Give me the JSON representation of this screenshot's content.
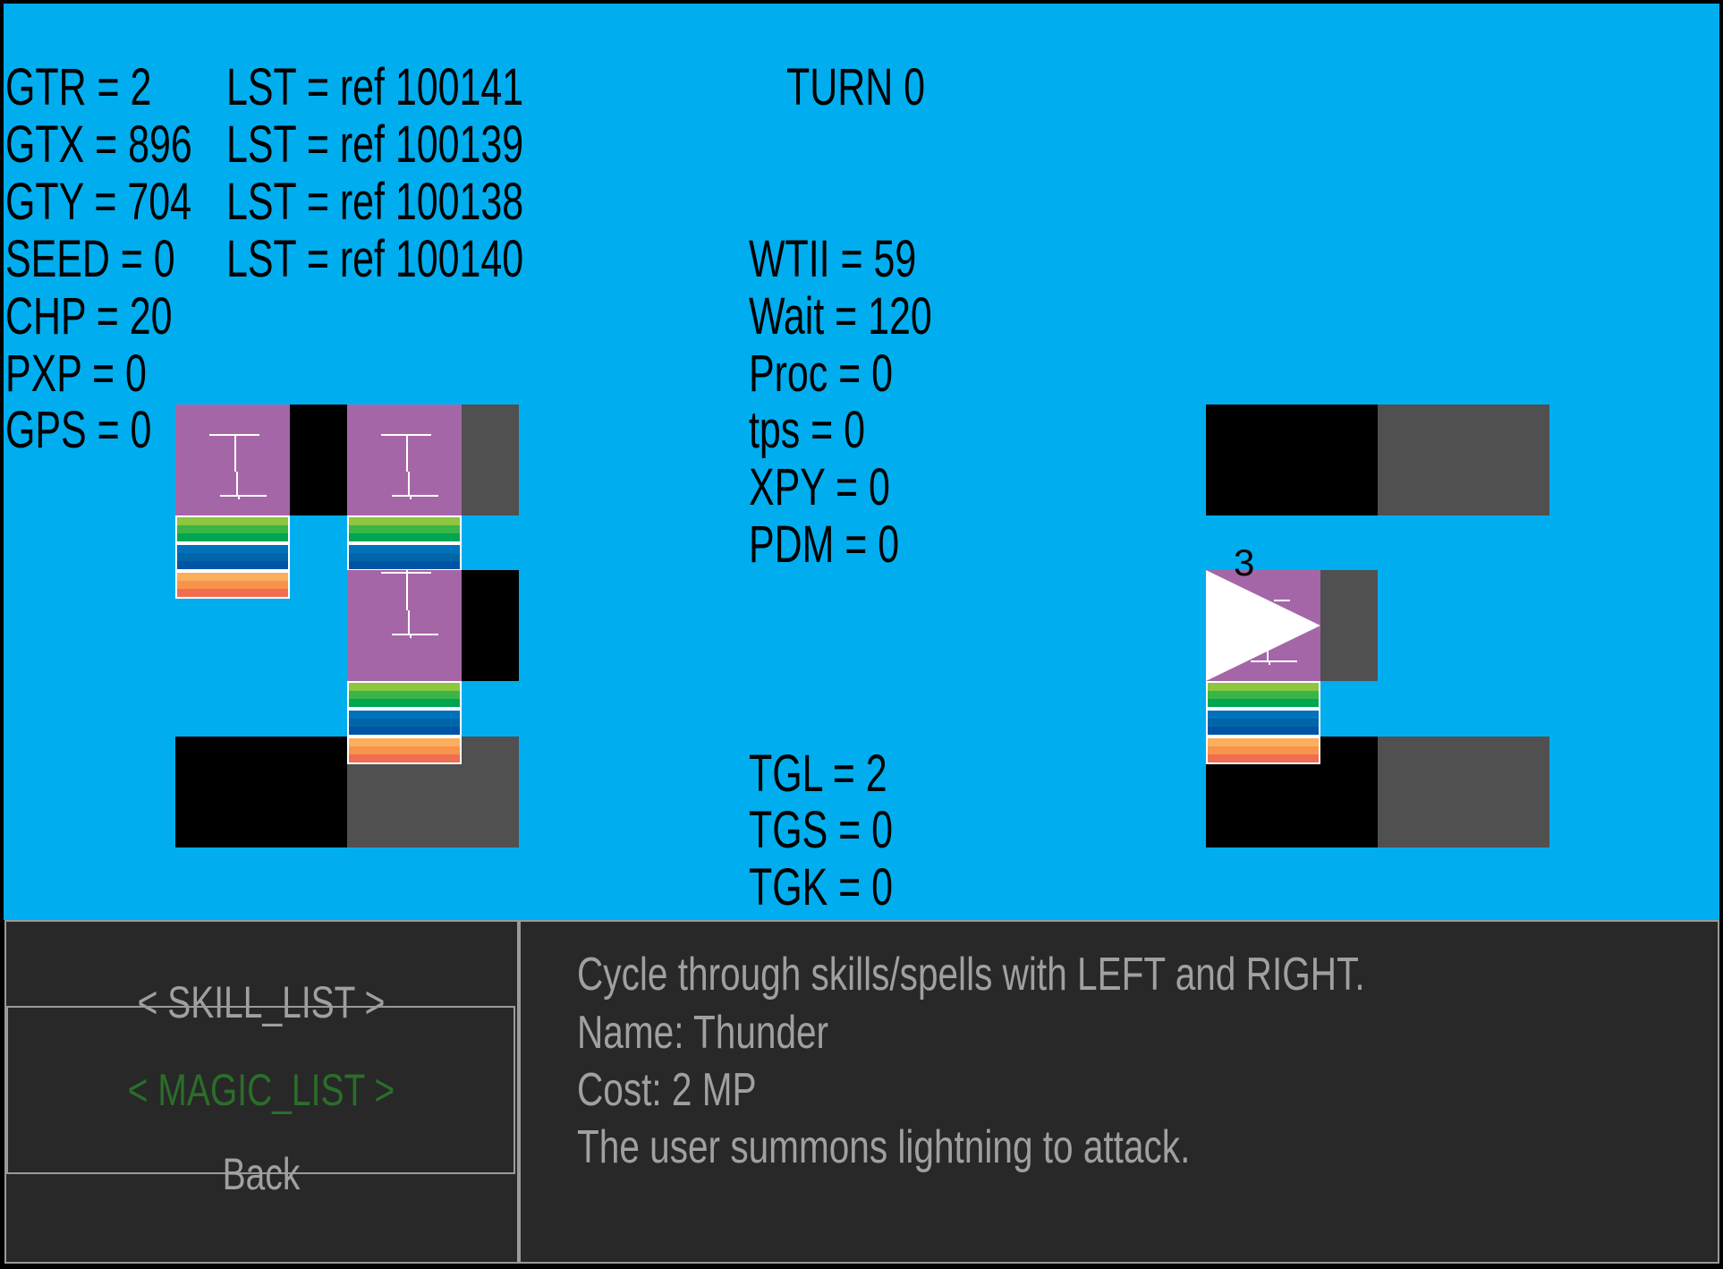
{
  "debug_left": [
    {
      "label": "GTR = 2"
    },
    {
      "label": "GTX = 896"
    },
    {
      "label": "GTY = 704"
    },
    {
      "label": "SEED = 0"
    },
    {
      "label": "CHP = 20"
    },
    {
      "label": "PXP = 0"
    },
    {
      "label": "GPS = 0"
    }
  ],
  "debug_lst": [
    {
      "label": "LST = ref 100141"
    },
    {
      "label": "LST = ref 100139"
    },
    {
      "label": "LST = ref 100138"
    },
    {
      "label": "LST = ref 100140"
    }
  ],
  "turn": "TURN 0",
  "debug_mid": [
    {
      "label": "WTII = 59"
    },
    {
      "label": "Wait = 120"
    },
    {
      "label": "Proc = 0"
    },
    {
      "label": "tps = 0"
    },
    {
      "label": "XPY = 0"
    },
    {
      "label": "PDM = 0"
    }
  ],
  "debug_tg": [
    {
      "label": "TGL = 2"
    },
    {
      "label": "TGS = 0"
    },
    {
      "label": "TGK = 0"
    }
  ],
  "enemy_target_number": "3",
  "menu": {
    "items": [
      {
        "label": "< SKILL_LIST >"
      },
      {
        "label": "< MAGIC_LIST >"
      },
      {
        "label": "Back"
      }
    ],
    "selected_index": 1
  },
  "description": {
    "lines": [
      "Cycle through skills/spells with LEFT and RIGHT.",
      "Name: Thunder",
      "Cost: 2 MP",
      "The user summons lightning to attack."
    ]
  },
  "colors": {
    "background": "#00AEEF",
    "unit": "#A566A8",
    "wall": "#505050",
    "panel": "#282828",
    "menu_text": "#A0A0A0",
    "menu_selected": "#2A6E2A",
    "hp_bar": [
      "#8DC63F",
      "#39B54A",
      "#00A651"
    ],
    "mp_bar": [
      "#0072BC",
      "#0066A8",
      "#0054A6"
    ],
    "xp_bar": [
      "#FBAF5D",
      "#F7944C",
      "#F26D50"
    ]
  }
}
